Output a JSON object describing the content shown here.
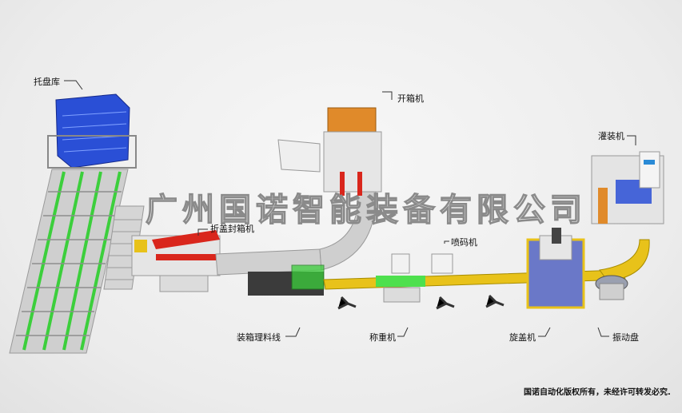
{
  "labels": {
    "pallet_storage": "托盘库",
    "case_erector": "开箱机",
    "filling_machine": "灌装机",
    "case_sealer": "折盖封箱机",
    "inkjet_printer": "喷码机",
    "case_packing_line": "装箱理料线",
    "checkweigher": "称重机",
    "capping_machine": "旋盖机",
    "vibratory_feeder": "振动盘"
  },
  "watermark": "广州国诺智能装备有限公司",
  "footer": "国诺自动化版权所有，未经许可转发必究.",
  "colors": {
    "rack": "#2a4fd6",
    "conveyor": "#3ccf3c",
    "frame": "#d9d9d9",
    "accent_red": "#d9261c",
    "accent_orange": "#e08a2a",
    "accent_yellow": "#e8c21a"
  }
}
